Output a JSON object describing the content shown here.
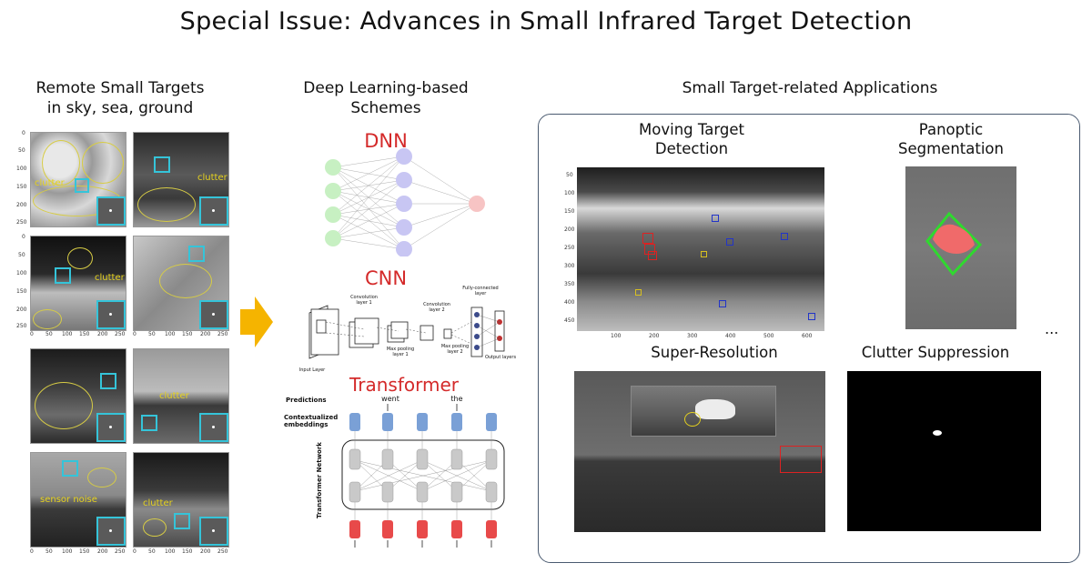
{
  "title": "Special Issue: Advances in Small Infrared Target Detection",
  "sections": {
    "remote": {
      "line1": "Remote Small Targets",
      "line2": "in sky, sea, ground"
    },
    "dl": {
      "line1": "Deep Learning-based",
      "line2": "Schemes"
    },
    "apps": {
      "title": "Small Target-related Applications"
    }
  },
  "remote_panels": {
    "clutter_label": "clutter",
    "noise_label": "sensor noise",
    "y_ticks": [
      "0",
      "50",
      "100",
      "150",
      "200",
      "250"
    ],
    "x_ticks": [
      "0",
      "50",
      "100",
      "150",
      "200",
      "250"
    ]
  },
  "schemes": {
    "dnn": "DNN",
    "cnn": "CNN",
    "transformer": "Transformer",
    "cnn_labels": {
      "conv1": "Convolution layer 1",
      "conv2": "Convolution layer 2",
      "pool1": "Max pooling layer 1",
      "pool2": "Max pooling layer 2",
      "fc": "Fully-connected layer",
      "output": "Output layers",
      "input": "Input Layer"
    },
    "transformer_labels": {
      "predictions": "Predictions",
      "contextual": "Contextualized embeddings",
      "network": "Transformer Network",
      "went": "went",
      "the": "the"
    }
  },
  "applications": {
    "mtd": {
      "line1": "Moving Target",
      "line2": "Detection",
      "y_ticks": [
        "50",
        "100",
        "150",
        "200",
        "250",
        "300",
        "350",
        "400",
        "450"
      ],
      "x_ticks": [
        "100",
        "200",
        "300",
        "400",
        "500",
        "600"
      ]
    },
    "panoptic": {
      "line1": "Panoptic",
      "line2": "Segmentation"
    },
    "sr": {
      "title": "Super-Resolution"
    },
    "cs": {
      "title": "Clutter Suppression"
    },
    "ellipsis": "..."
  },
  "colors": {
    "dnn_red": "#d42a2a",
    "cyan_box": "#35c4d9",
    "yellow_annot": "#e6d21e",
    "arrow": "#f5b400",
    "app_border": "#4a5a70",
    "seg_green": "#2fd92f",
    "seg_fill": "#f06a6a"
  }
}
